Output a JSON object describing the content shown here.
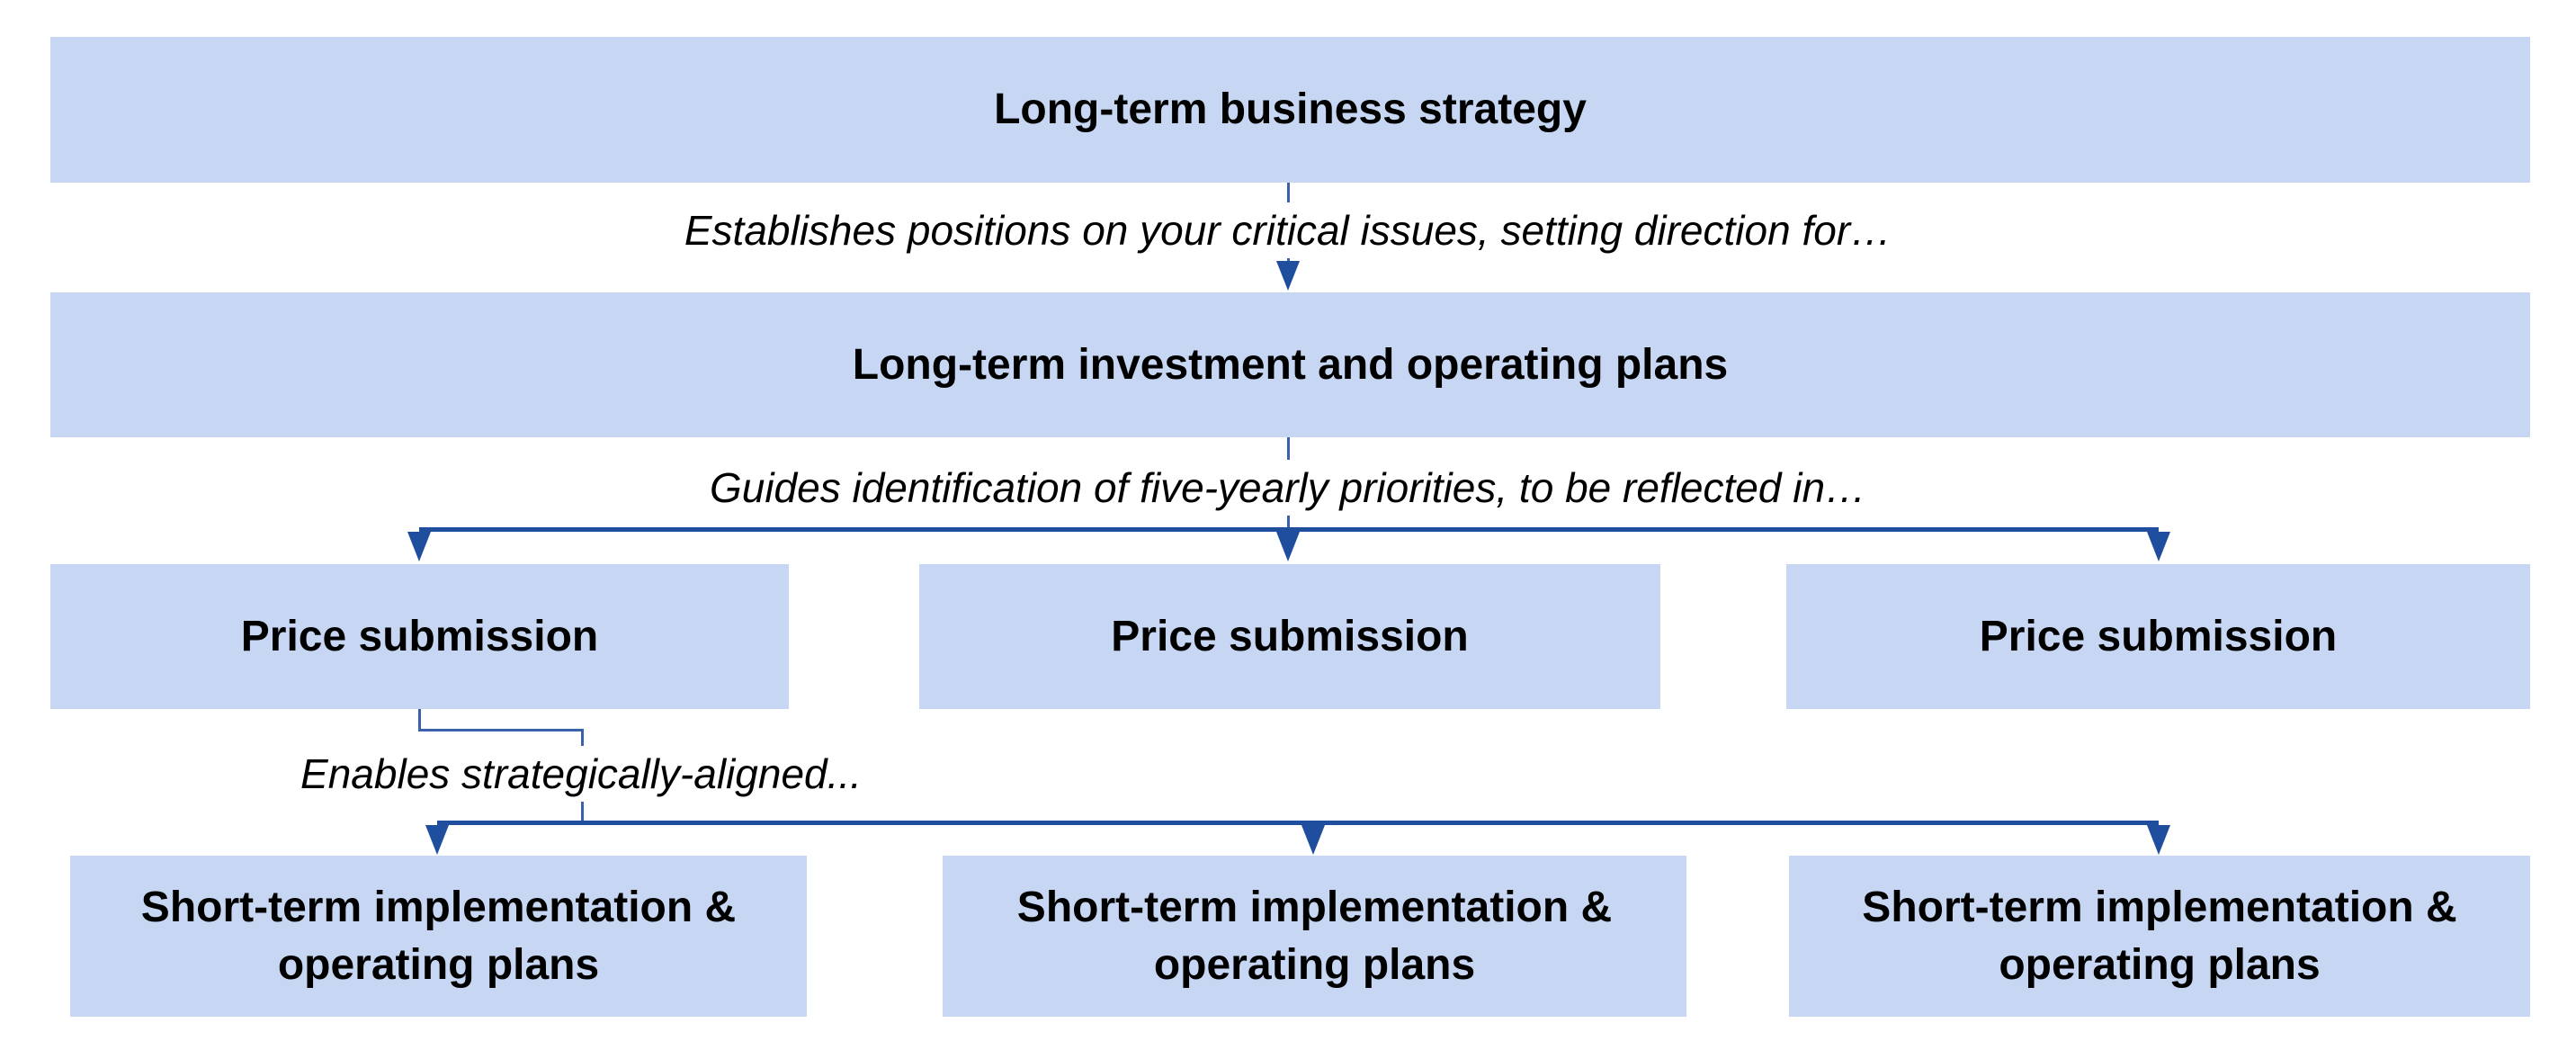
{
  "diagram": {
    "level1": {
      "label": "Long-term business strategy"
    },
    "caption1": {
      "text": "Establishes positions on your critical issues, setting direction for…"
    },
    "level2": {
      "label": "Long-term investment and operating plans"
    },
    "caption2": {
      "text": "Guides identification of five-yearly priorities, to be reflected in…"
    },
    "level3": {
      "labels": [
        "Price submission",
        "Price submission",
        "Price submission"
      ]
    },
    "caption3": {
      "text": "Enables strategically-aligned..."
    },
    "level4": {
      "boxes": [
        {
          "line1": "Short-term implementation &",
          "line2": "operating plans"
        },
        {
          "line1": "Short-term implementation &",
          "line2": "operating plans"
        },
        {
          "line1": "Short-term implementation &",
          "line2": "operating plans"
        }
      ]
    }
  },
  "colors": {
    "background": "#FFFFFF",
    "box_fill": "#C7D7F3",
    "connector_dark": "#1F4E9E",
    "connector_light": "#3A62AC",
    "text_color": "#000000"
  }
}
